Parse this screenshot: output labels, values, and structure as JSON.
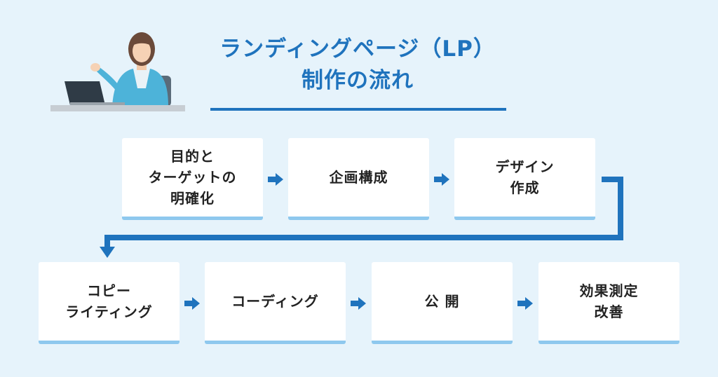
{
  "title": {
    "line1": "ランディングページ（LP）",
    "line2": "制作の流れ"
  },
  "colors": {
    "accent": "#1f73bd",
    "background": "#e6f3fb",
    "card_shadow": "#8ec8ee"
  },
  "icons": {
    "illustration": "woman-at-laptop-illustration",
    "arrow": "right-arrow-icon",
    "connector": "return-arrow"
  },
  "steps": [
    {
      "label": "目的と\nターゲットの\n明確化"
    },
    {
      "label": "企画構成"
    },
    {
      "label": "デザイン\n作成"
    },
    {
      "label": "コピー\nライティング"
    },
    {
      "label": "コーディング"
    },
    {
      "label": "公 開"
    },
    {
      "label": "効果測定\n改善"
    }
  ]
}
